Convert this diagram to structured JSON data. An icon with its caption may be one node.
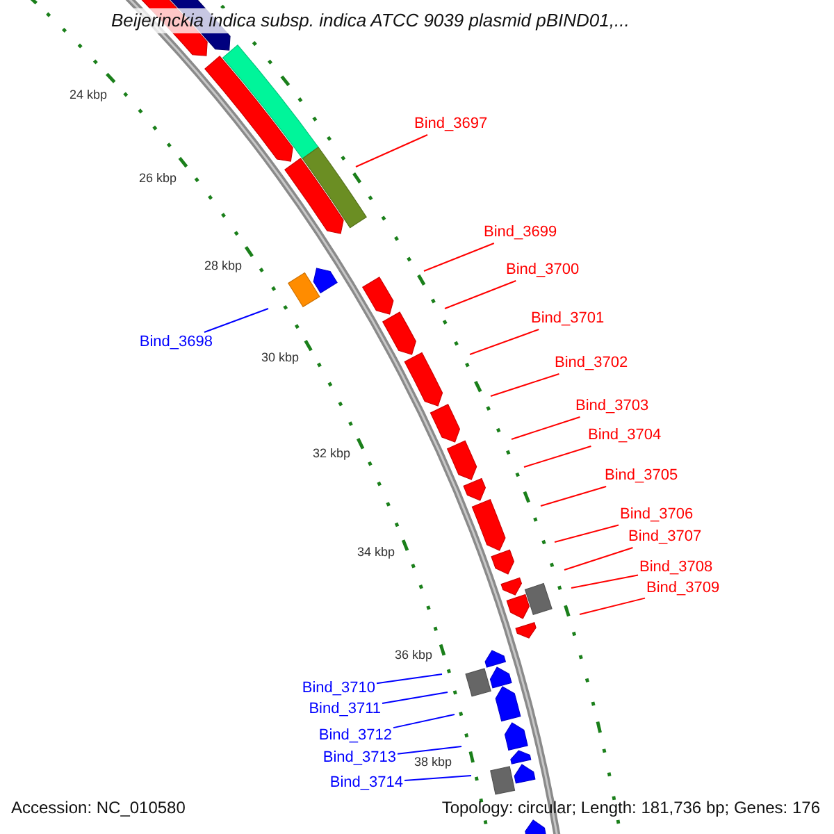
{
  "diagram": {
    "title": "Beijerinckia indica subsp. indica ATCC 9039 plasmid pBIND01,...",
    "nodes": [
      {
        "text": [
          "Bind_3697"
        ]
      },
      {
        "text": [
          "Bind_3699"
        ]
      },
      {
        "text": [
          "Bind_3700"
        ]
      },
      {
        "text": [
          "Bind_3701"
        ]
      },
      {
        "text": [
          "Bind_3698"
        ]
      },
      {
        "text": [
          "Bind_3702"
        ]
      },
      {
        "text": [
          "Bind_3703"
        ]
      },
      {
        "text": [
          "Bind_3704"
        ]
      },
      {
        "text": [
          "Bind_3705"
        ]
      },
      {
        "text": [
          "Bind_3706"
        ]
      },
      {
        "text": [
          "Bind_3707"
        ]
      },
      {
        "text": [
          "Bind_3708"
        ]
      },
      {
        "text": [
          "Bind_3709"
        ]
      },
      {
        "text": [
          "Bind_3710"
        ]
      },
      {
        "text": [
          "Bind_3711"
        ]
      },
      {
        "text": [
          "Bind_3712"
        ]
      },
      {
        "text": [
          "Bind_3713"
        ]
      },
      {
        "text": [
          "Bind_3714"
        ]
      }
    ],
    "edges": [
      {
        "from": 0,
        "to": null,
        "arrow": "none"
      },
      {
        "from": 1,
        "to": null,
        "arrow": "none"
      },
      {
        "from": 2,
        "to": null,
        "arrow": "none"
      },
      {
        "from": 3,
        "to": null,
        "arrow": "none"
      },
      {
        "from": 4,
        "to": null,
        "arrow": "none",
        "color": "#0000ff"
      },
      {
        "from": 5,
        "to": null,
        "arrow": "none"
      },
      {
        "from": 6,
        "to": null,
        "arrow": "none"
      },
      {
        "from": 7,
        "to": null,
        "arrow": "none"
      },
      {
        "from": 8,
        "to": null,
        "arrow": "none"
      },
      {
        "from": 9,
        "to": null,
        "arrow": "none"
      },
      {
        "from": 10,
        "to": null,
        "arrow": "none"
      },
      {
        "from": 11,
        "to": null,
        "arrow": "none"
      },
      {
        "from": 12,
        "to": null,
        "arrow": "none"
      },
      {
        "from": 13,
        "to": null,
        "arrow": "none",
        "color": "#0000ff"
      },
      {
        "from": 14,
        "to": null,
        "arrow": "none",
        "color": "#0000ff"
      },
      {
        "from": 15,
        "to": null,
        "arrow": "none",
        "color": "#0000ff"
      },
      {
        "from": 16,
        "to": null,
        "arrow": "none",
        "color": "#0000ff"
      },
      {
        "from": 17,
        "to": null,
        "arrow": "none",
        "color": "#0000ff"
      }
    ],
    "labels": [
      "24 kbp",
      "26 kbp",
      "28 kbp",
      "30 kbp",
      "32 kbp",
      "34 kbp",
      "36 kbp",
      "38 kbp",
      "Accession: NC_010580",
      "Topology: circular; Length: 181,736 bp; Genes: 176"
    ]
  }
}
